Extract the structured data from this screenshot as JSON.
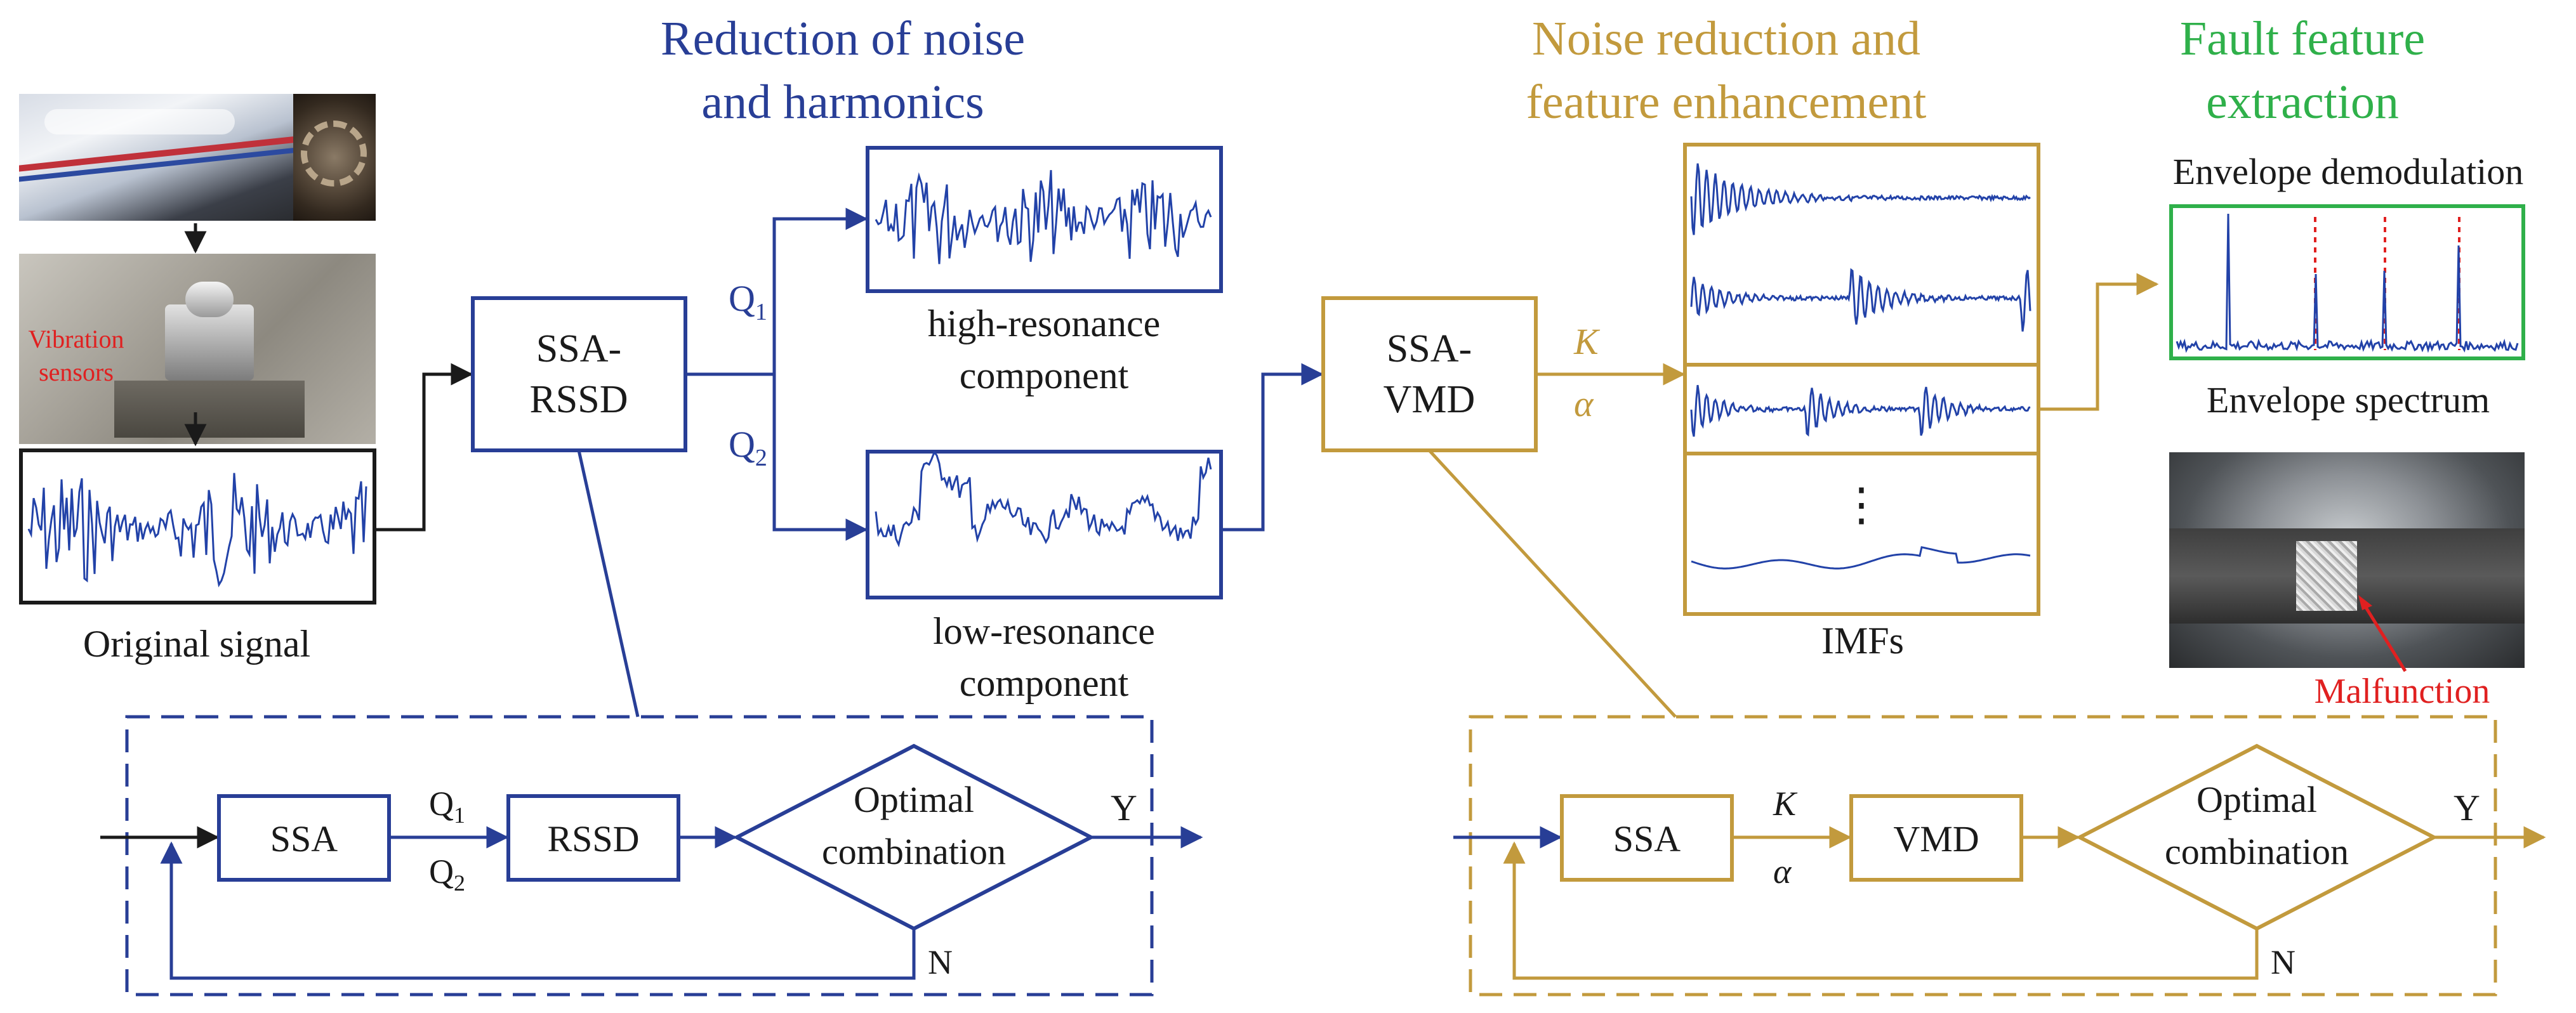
{
  "colors": {
    "blue": "#283e96",
    "gold": "#c29a3d",
    "green": "#2fb04a",
    "black": "#1a1a1a",
    "red": "#e02020",
    "signal": "#2242a8",
    "spectrum_red": "#e02020"
  },
  "sections": {
    "rssd_heading": [
      "Reduction of noise",
      "and harmonics"
    ],
    "vmd_heading": [
      "Noise reduction and",
      "feature enhancement"
    ],
    "fault_heading": [
      "Fault feature",
      "extraction"
    ]
  },
  "left": {
    "sensor_label": [
      "Vibration",
      "sensors"
    ],
    "original_signal_label": "Original signal"
  },
  "ssa_rssd": {
    "block_label": [
      "SSA-",
      "RSSD"
    ],
    "q1": "Q",
    "q1_sub": "1",
    "q2": "Q",
    "q2_sub": "2",
    "high_label": [
      "high-resonance",
      "component"
    ],
    "low_label": [
      "low-resonance",
      "component"
    ]
  },
  "ssa_vmd": {
    "block_label": [
      "SSA-",
      "VMD"
    ],
    "k": "K",
    "alpha": "α",
    "imfs_label": "IMFs",
    "ellipsis": "⋮"
  },
  "fault": {
    "demod_label": "Envelope demodulation",
    "spectrum_label": "Envelope spectrum",
    "malfunction_label": "Malfunction"
  },
  "loop_rssd": {
    "ssa": "SSA",
    "q1": "Q",
    "q1_sub": "1",
    "q2": "Q",
    "q2_sub": "2",
    "rssd": "RSSD",
    "decision": [
      "Optimal",
      "combination"
    ],
    "yes": "Y",
    "no": "N"
  },
  "loop_vmd": {
    "ssa": "SSA",
    "k": "K",
    "alpha": "α",
    "vmd": "VMD",
    "decision": [
      "Optimal",
      "combination"
    ],
    "yes": "Y",
    "no": "N"
  }
}
